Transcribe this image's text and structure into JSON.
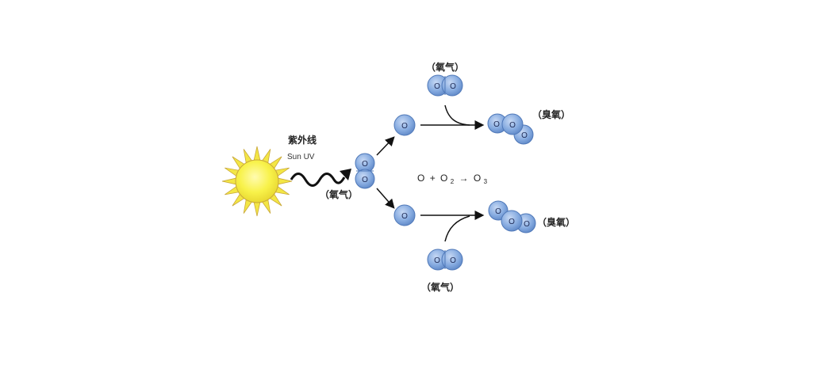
{
  "labels": {
    "uv_cn": "紫外线",
    "uv_en": "Sun UV",
    "oxygen_left": "（氧气）",
    "oxygen_top": "（氧气）",
    "oxygen_bottom": "（氧气）",
    "ozone_top": "（臭氧）",
    "ozone_bottom": "（臭氧）"
  },
  "atom_symbol": "O",
  "equation": {
    "lhs_o": "O",
    "plus": "+",
    "o2_base": "O",
    "o2_sub": "2",
    "arrow": "→",
    "o3_base": "O",
    "o3_sub": "3"
  },
  "colors": {
    "atom_fill": "#7ea4de",
    "atom_stroke": "#4f78b8",
    "sun_fill": "#f6f250",
    "sun_stroke": "#c9a83a",
    "ray_fill": "#f3e645"
  }
}
